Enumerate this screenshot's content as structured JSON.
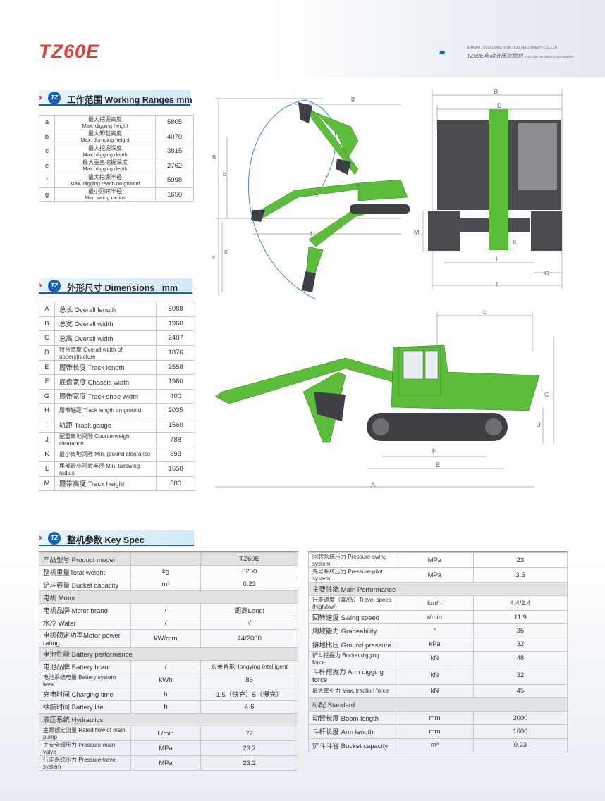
{
  "header": {
    "model": "TZ60E",
    "company_en": "SHANXI TZCO CONSTRUCTION MACHINERY CO.,LTD",
    "company_cn": "TZ60E电动液压挖掘机",
    "company_cn_small": "ELECTRIC HYDRAULIC EXCAVATOR",
    "logo_text": "TZ"
  },
  "working_ranges": {
    "title": "工作范围 Working Ranges  mm",
    "rows": [
      {
        "letter": "a",
        "cn": "最大挖掘高度",
        "en": "Max. digging height",
        "value": "5805"
      },
      {
        "letter": "b",
        "cn": "最大卸载高度",
        "en": "Max. dumping height",
        "value": "4070"
      },
      {
        "letter": "c",
        "cn": "最大挖掘深度",
        "en": "Max. digging depth",
        "value": "3815"
      },
      {
        "letter": "e",
        "cn": "最大垂直挖掘深度",
        "en": "Max. digging depth",
        "value": "2762"
      },
      {
        "letter": "f",
        "cn": "最大挖掘半径",
        "en": "Max. digging reach on ground",
        "value": "5998"
      },
      {
        "letter": "g",
        "cn": "最小回转半径",
        "en": "Min. swing radius",
        "value": "1650"
      }
    ]
  },
  "dimensions": {
    "title": "外形尺寸 Dimensions",
    "unit": "mm",
    "rows": [
      {
        "letter": "A",
        "name": "总长 Overall length",
        "value": "6088"
      },
      {
        "letter": "B",
        "name": "总宽 Overall width",
        "value": "1960"
      },
      {
        "letter": "C",
        "name": "总高 Overall width",
        "value": "2487"
      },
      {
        "letter": "D",
        "name": "转台宽度 Overall width of upperstructure",
        "value": "1876"
      },
      {
        "letter": "E",
        "name": "履带长度 Track length",
        "value": "2558"
      },
      {
        "letter": "F",
        "name": "底盘宽度 Chassis width",
        "value": "1960"
      },
      {
        "letter": "G",
        "name": "履带宽度 Track shoe width",
        "value": "400"
      },
      {
        "letter": "H",
        "name": "履带轴距 Track length on ground",
        "value": "2035"
      },
      {
        "letter": "I",
        "name": "轨距 Track gauge",
        "value": "1560"
      },
      {
        "letter": "J",
        "name": "配重离地间隙 Counterweight clearance",
        "value": "788"
      },
      {
        "letter": "K",
        "name": "最小离地间隙 Min. ground clearance",
        "value": "393"
      },
      {
        "letter": "L",
        "name": "尾部最小回转半径 Min. tailswing radius",
        "value": "1650"
      },
      {
        "letter": "M",
        "name": "履带高度 Track height",
        "value": "580"
      }
    ]
  },
  "key_spec": {
    "title": "整机参数  Key Spec",
    "left": [
      {
        "type": "head",
        "c1": "产品型号 Product model",
        "c2": "",
        "c3": "TZ60E"
      },
      {
        "type": "row",
        "c1": "整机重量Total weight",
        "c2": "kg",
        "c3": "6200"
      },
      {
        "type": "row",
        "c1": "铲斗容量 Bucket capacity",
        "c2": "m³",
        "c3": "0.23"
      },
      {
        "type": "group",
        "c1": "电机 Motor",
        "c2": "",
        "c3": ""
      },
      {
        "type": "row",
        "c1": "电机品牌 Motor brand",
        "c2": "/",
        "c3": "朗高Longi"
      },
      {
        "type": "row",
        "c1": "水冷  Water",
        "c2": "/",
        "c3": "√"
      },
      {
        "type": "row",
        "c1": "电机额定功率Motor power rating",
        "c2": "kW/rpm",
        "c3": "44/2000"
      },
      {
        "type": "group",
        "c1": "电池性能 Battery performance",
        "c2": "",
        "c3": ""
      },
      {
        "type": "row",
        "c1": "电池品牌 Battery brand",
        "c2": "/",
        "c3": "宏英智能Hongying Intelligent"
      },
      {
        "type": "row",
        "c1": "电池系统电量 Battery system level",
        "c2": "kWh",
        "c3": "86"
      },
      {
        "type": "row",
        "c1": "充电时间  Charging time",
        "c2": "h",
        "c3": "1.5（快充）5（慢充）"
      },
      {
        "type": "row",
        "c1": "续航时间 Battery life",
        "c2": "h",
        "c3": "4-6"
      },
      {
        "type": "group",
        "c1": "液压系统 Hydraulics",
        "c2": "",
        "c3": ""
      },
      {
        "type": "row",
        "c1": "主泵额定流量 Rated flow of main pump",
        "c2": "L/min",
        "c3": "72"
      },
      {
        "type": "row",
        "c1": "主安全阀压力  Pressure-main valve",
        "c2": "MPa",
        "c3": "23.2"
      },
      {
        "type": "row",
        "c1": "行走系统压力 Pressure-travel system",
        "c2": "MPa",
        "c3": "23.2"
      }
    ],
    "right": [
      {
        "type": "row",
        "c1": "回转系统压力 Pressure-swing system",
        "c2": "MPa",
        "c3": "23"
      },
      {
        "type": "row",
        "c1": "先导系统压力  Pressure-pilot system",
        "c2": "MPa",
        "c3": "3.5"
      },
      {
        "type": "group",
        "c1": "主要性能 Main Performance",
        "c2": "",
        "c3": ""
      },
      {
        "type": "row",
        "c1": "行走速度（高/低）Travel speed (high/low)",
        "c2": "km/h",
        "c3": "4.4/2.4"
      },
      {
        "type": "row",
        "c1": "回转速度  Swing speed",
        "c2": "r/min",
        "c3": "11.9"
      },
      {
        "type": "row",
        "c1": "爬坡能力 Gradeability",
        "c2": "°",
        "c3": "35"
      },
      {
        "type": "row",
        "c1": "接地比压 Ground pressure",
        "c2": "kPa",
        "c3": "32"
      },
      {
        "type": "row",
        "c1": "铲斗挖掘力 Bucket digging force",
        "c2": "kN",
        "c3": "48"
      },
      {
        "type": "row",
        "c1": "斗杆挖掘力  Arm digging force",
        "c2": "kN",
        "c3": "32"
      },
      {
        "type": "row",
        "c1": "最大牵引力 Max. traction force",
        "c2": "kN",
        "c3": "45"
      },
      {
        "type": "group",
        "c1": "标配  Standard",
        "c2": "",
        "c3": ""
      },
      {
        "type": "row",
        "c1": "动臂长度 Boom length",
        "c2": "mm",
        "c3": "3000"
      },
      {
        "type": "row",
        "c1": "斗杆长度 Arm length",
        "c2": "mm",
        "c3": "1600"
      },
      {
        "type": "row",
        "c1": "铲斗斗容 Bucket capacity",
        "c2": "m³",
        "c3": "0.23"
      }
    ]
  },
  "diagram_labels": {
    "working": [
      "a",
      "b",
      "c",
      "e",
      "f",
      "g"
    ],
    "front": [
      "B",
      "D",
      "M",
      "K",
      "I",
      "G",
      "F"
    ],
    "side": [
      "L",
      "C",
      "J",
      "H",
      "E",
      "A"
    ]
  },
  "colors": {
    "accent_red": "#e53a3a",
    "accent_blue": "#1a62b4",
    "machine_green": "#5bbd3a",
    "machine_dark": "#3e4045"
  }
}
